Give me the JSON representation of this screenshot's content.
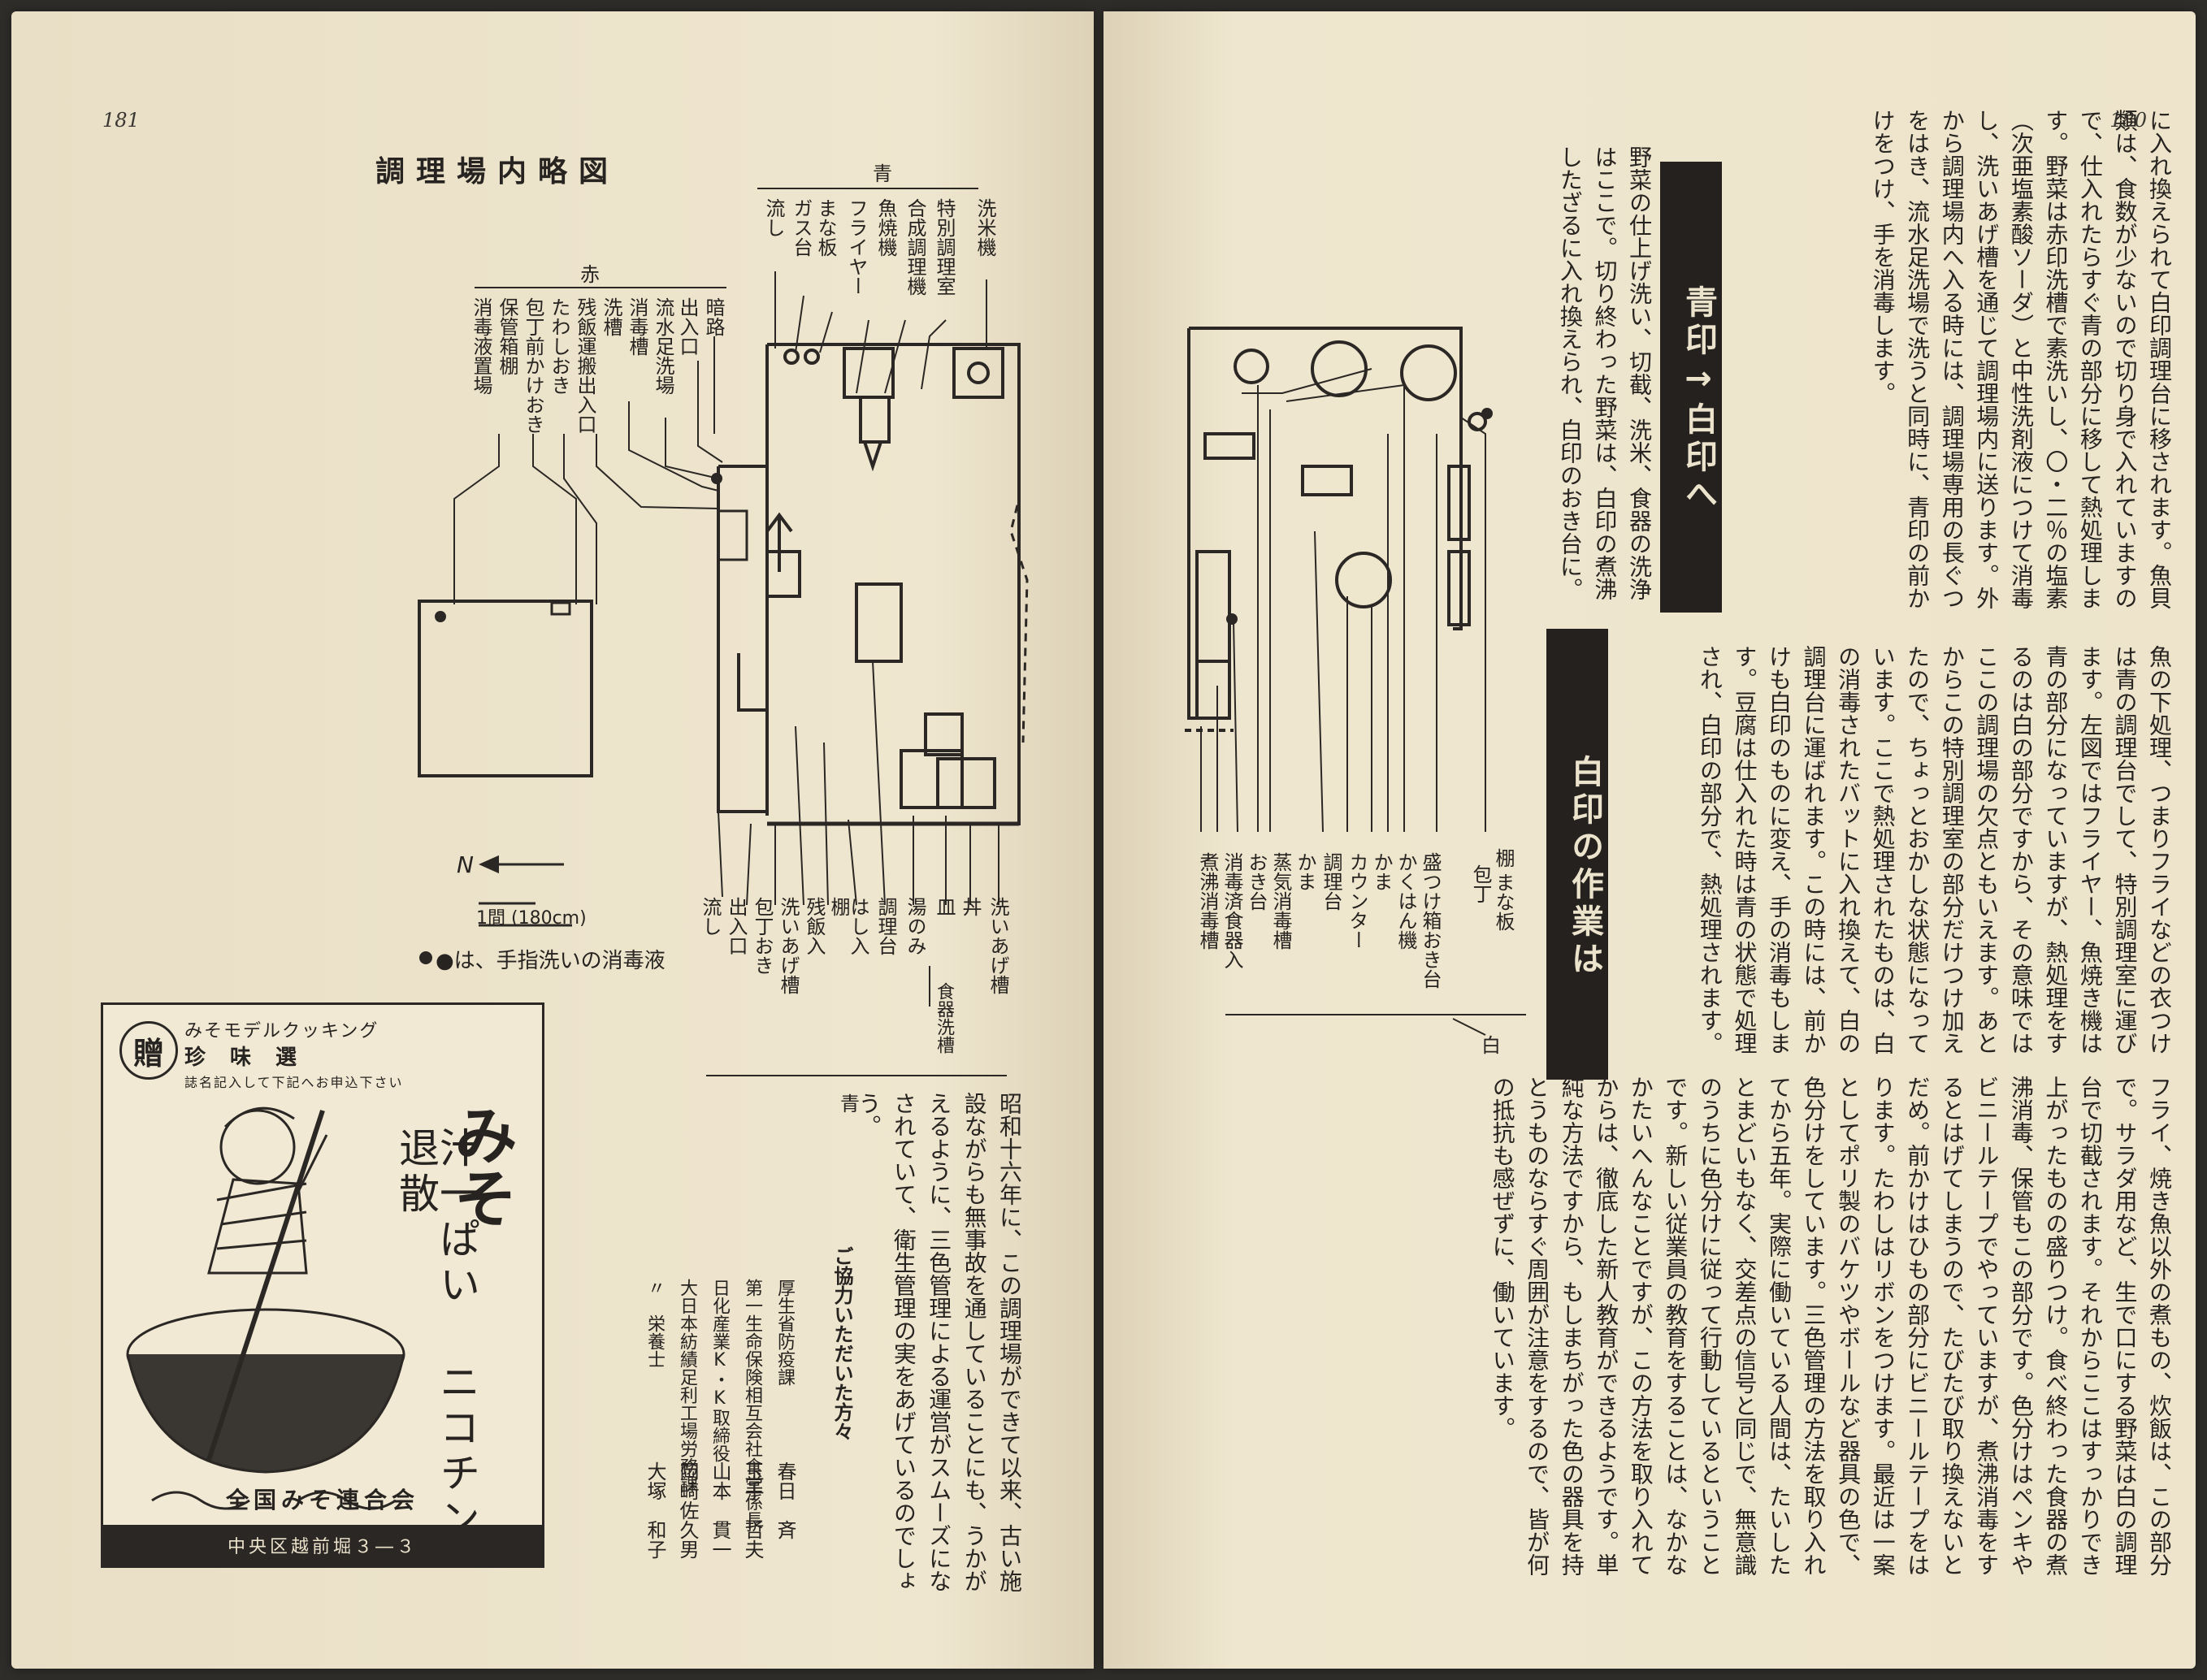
{
  "left_page": {
    "page_number": "181",
    "diagram_title": "調理場内略図",
    "zone_labels": {
      "blue_top": "青",
      "red": "赤",
      "blue_bottom": "青"
    },
    "labels_blue_top": [
      "洗米機",
      "特別調理室",
      "合成調理機",
      "魚焼機",
      "フライヤー",
      "まな板",
      "ガス台",
      "流し"
    ],
    "labels_red": [
      "暗路",
      "出入口",
      "流水足洗場",
      "消毒槽",
      "洗槽",
      "残飯運搬出入口",
      "たわしおき",
      "包丁前かけおき",
      "保管箱棚",
      "消毒液置場"
    ],
    "labels_bottom": [
      "洗いあげ槽",
      "丼",
      "皿",
      "湯のみ",
      "調理台",
      "はし入",
      "棚",
      "残飯入",
      "洗いあげ槽",
      "包丁おき",
      "出入口",
      "流し"
    ],
    "dish_tank_label": "食器洗槽",
    "north_symbol": "N",
    "scale_label": "1間 (180cm)",
    "legend": "●は、手指洗いの消毒液",
    "credits": {
      "body": "昭和十六年に、この調理場ができて以来、古い施設ながらも無事故を通していることにも、うかがえるように、三色管理による運営がスムーズになされていて、衛生管理の実をあげているのでしょう。",
      "heading": "ご協力いただいた方々",
      "orgs": [
        "厚生省防疫課",
        "第一生命保険相互会社食堂係長",
        "日化産業K・K取締役",
        "大日本紡績足利工場労務課",
        "〃　栄養士"
      ],
      "names": [
        "春日　斉",
        "玉手　哲夫",
        "山本　貫一",
        "岡崎佐久男",
        "大塚　和子"
      ]
    },
    "ad": {
      "mark": "贈",
      "line1": "みそモデルクッキング",
      "line2": "珍味選",
      "line3": "誌名記入して下記へお申込下さい",
      "brand": "みそ",
      "slogan": "汁一ぱい ニコチン退散",
      "association": "全国みそ連合会",
      "address": "中央区越前堀３―３"
    }
  },
  "right_page": {
    "page_number": "180",
    "col_a": "に入れ換えられて白印調理台に移されます。魚貝類は、食数が少ないので切り身で入れていますので、仕入れたらすぐ青の部分に移して熱処理します。野菜は赤印洗槽で素洗いし、〇・二％の塩素（次亜塩素酸ソーダ）と中性洗剤液につけて消毒し、洗いあげ槽を通じて調理場内に送ります。外から調理場内へ入る時には、調理場専用の長ぐつをはき、流水足洗場で洗うと同時に、青印の前かけをつけ、手を消毒します。",
    "heading_1": "青印→白印へ",
    "col_d": "野菜の仕上げ洗い、切截、洗米、食器の洗浄はここで。切り終わった野菜は、白印の煮沸したざるに入れ換えられ、白印のおき台に。",
    "heading_2": "白印の作業は",
    "col_b": "魚の下処理、つまりフライなどの衣つけは青の調理台でして、特別調理室に運びます。左図ではフライヤー、魚焼き機は青の部分になっていますが、熱処理をするのは白の部分ですから、その意味ではここの調理場の欠点ともいえます。あとからこの特別調理室の部分だけつけ加えたので、ちょっとおかしな状態になっています。ここで熱処理されたものは、白の消毒されたバットに入れ換えて、白の調理台に運ばれます。この時には、前かけも白印のものに変え、手の消毒もします。豆腐は仕入れた時は青の状態で処理され、白印の部分で、熱処理されます。",
    "col_c": "フライ、焼き魚以外の煮もの、炊飯は、この部分で。サラダ用など、生で口にする野菜は白の調理台で切截されます。それからここはすっかりでき上がったものの盛りつけ。食べ終わった食器の煮沸消毒、保管もこの部分です。色分けはペンキやビニールテープでやっていますが、煮沸消毒をするとはげてしまうので、たびたび取り換えないとだめ。前かけはひもの部分にビニールテープをはります。たわしはリボンをつけます。最近は一案としてポリ製のバケツやボールなど器具の色で、色分けをしています。三色管理の方法を取り入れてから五年。実際に働いている人間は、たいしたとまどいもなく、交差点の信号と同じで、無意識のうちに色分けに従って行動しているということです。新しい従業員の教育をすることは、なかなかたいへんなことですが、この方法を取り入れてからは、徹底した新人教育ができるようです。単純な方法ですから、もしまちがった色の器具を持とうものならすぐ周囲が注意をするので、皆が何の抵抗も感ぜずに、働いています。",
    "diagram_labels": [
      "棚",
      "包丁",
      "まな板",
      "盛つけ箱おき台",
      "かくはん機",
      "かま",
      "カウンター",
      "調理台",
      "かま",
      "蒸気消毒槽",
      "おき台",
      "消毒済食器入",
      "煮沸消毒槽"
    ],
    "zone_label_white": "白"
  }
}
